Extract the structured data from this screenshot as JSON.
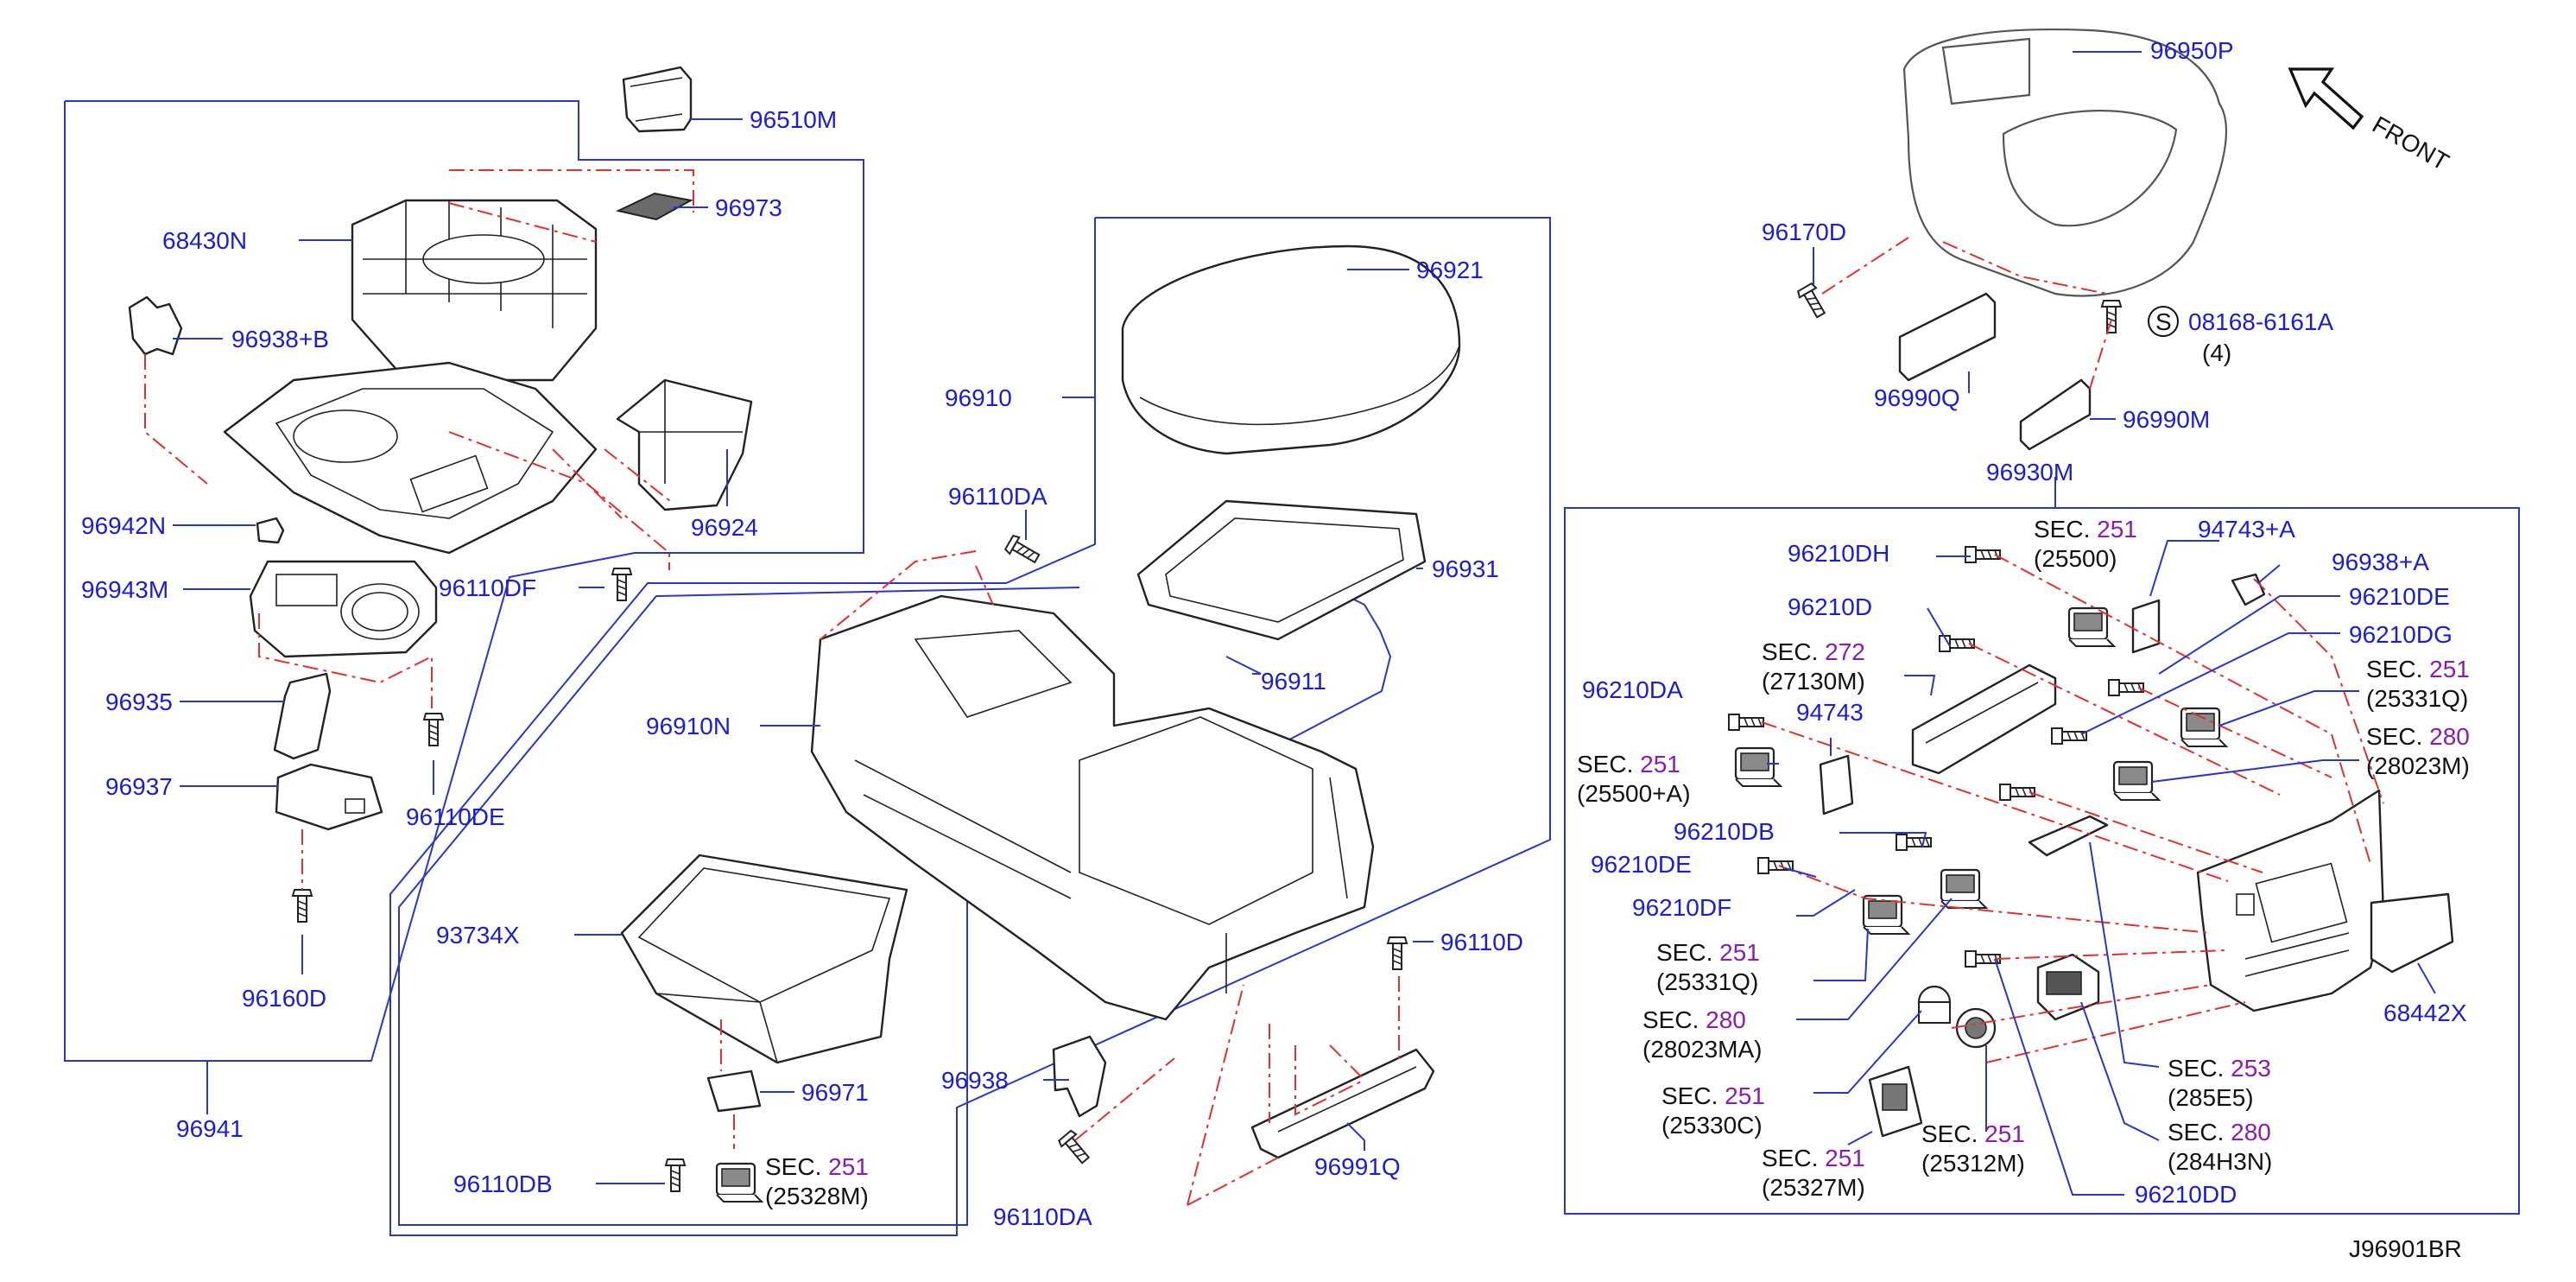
{
  "diagram_id": "J96901BR",
  "front_label": "FRONT",
  "parts": {
    "p96510M": "96510M",
    "p96973": "96973",
    "p68430N": "68430N",
    "p96938B": "96938+B",
    "p96924": "96924",
    "p96942N": "96942N",
    "p96943M": "96943M",
    "p96110DF": "96110DF",
    "p96935": "96935",
    "p96937": "96937",
    "p96110DE": "96110DE",
    "p96160D": "96160D",
    "p96941": "96941",
    "p96910": "96910",
    "p96921": "96921",
    "p96110DA_top": "96110DA",
    "p96931": "96931",
    "p96911": "96911",
    "p96910N": "96910N",
    "p93734X": "93734X",
    "p96971": "96971",
    "p96110DB": "96110DB",
    "p96938": "96938",
    "p96110DA_bot": "96110DA",
    "p96110D": "96110D",
    "p96991Q": "96991Q",
    "p96950P": "96950P",
    "p96170D": "96170D",
    "p08168": "08168-6161A",
    "p08168_qty": "(4)",
    "p08168_sym": "S",
    "p96990Q": "96990Q",
    "p96990M": "96990M",
    "p96930M": "96930M",
    "p96210DH": "96210DH",
    "p94743A": "94743+A",
    "p96938A": "96938+A",
    "p96210DE_r": "96210DE",
    "p96210DG": "96210DG",
    "p96210D": "96210D",
    "p96210DA": "96210DA",
    "p94743": "94743",
    "p96210DB": "96210DB",
    "p96210DE_l": "96210DE",
    "p96210DF": "96210DF",
    "p68442X": "68442X",
    "p96210DD": "96210DD"
  },
  "sections": {
    "s_25328M": {
      "prefix": "SEC.",
      "num": "251",
      "code": "(25328M)"
    },
    "s_25500": {
      "prefix": "SEC.",
      "num": "251",
      "code": "(25500)"
    },
    "s_27130M": {
      "prefix": "SEC.",
      "num": "272",
      "code": "(27130M)"
    },
    "s_25500A": {
      "prefix": "SEC.",
      "num": "251",
      "code": "(25500+A)"
    },
    "s_25331Q_r": {
      "prefix": "SEC.",
      "num": "251",
      "code": "(25331Q)"
    },
    "s_28023M": {
      "prefix": "SEC.",
      "num": "280",
      "code": "(28023M)"
    },
    "s_25331Q_l": {
      "prefix": "SEC.",
      "num": "251",
      "code": "(25331Q)"
    },
    "s_28023MA": {
      "prefix": "SEC.",
      "num": "280",
      "code": "(28023MA)"
    },
    "s_25330C": {
      "prefix": "SEC.",
      "num": "251",
      "code": "(25330C)"
    },
    "s_25327M": {
      "prefix": "SEC.",
      "num": "251",
      "code": "(25327M)"
    },
    "s_25312M": {
      "prefix": "SEC.",
      "num": "251",
      "code": "(25312M)"
    },
    "s_285E5": {
      "prefix": "SEC.",
      "num": "253",
      "code": "(285E5)"
    },
    "s_284H3N": {
      "prefix": "SEC.",
      "num": "280",
      "code": "(284H3N)"
    }
  },
  "colors": {
    "part_number": "#1c1cd6",
    "section_number": "#8a1cb4",
    "leader_line": "#2a36c8",
    "assembly_line": "#e03030",
    "outline": "#222222"
  },
  "icons": [
    "front-arrow-icon",
    "screw-icon",
    "clip-icon"
  ]
}
